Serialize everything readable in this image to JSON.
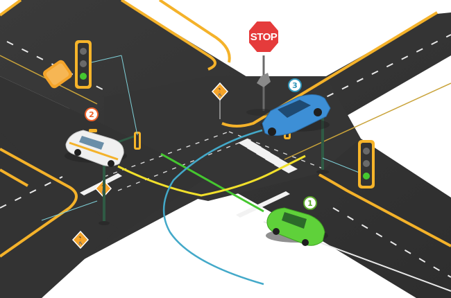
{
  "scene": {
    "stop_sign": {
      "text": "STOP",
      "icon": "stop-sign-icon"
    },
    "vehicles": [
      {
        "id": "1",
        "label": "1",
        "color": "#5fd13a",
        "label_color": "#5aa829",
        "kind": "hatchback"
      },
      {
        "id": "2",
        "label": "2",
        "color": "#f0f0f0",
        "label_color": "#f0622b",
        "kind": "taxi"
      },
      {
        "id": "3",
        "label": "3",
        "color": "#3d8fd6",
        "label_color": "#2f94b8",
        "kind": "sedan"
      }
    ],
    "paths": {
      "green": "#45c72f",
      "yellow": "#f1e02b",
      "blue": "#43a9c9"
    },
    "colors": {
      "road": "#333333",
      "curb": "#f4b22a",
      "signal_housing": "#f6b42a",
      "pole": "#2f5a44"
    },
    "icons": [
      "traffic-light-icon",
      "pedestrian-crossing-sign-icon",
      "stop-sign-icon",
      "car-icon"
    ]
  }
}
